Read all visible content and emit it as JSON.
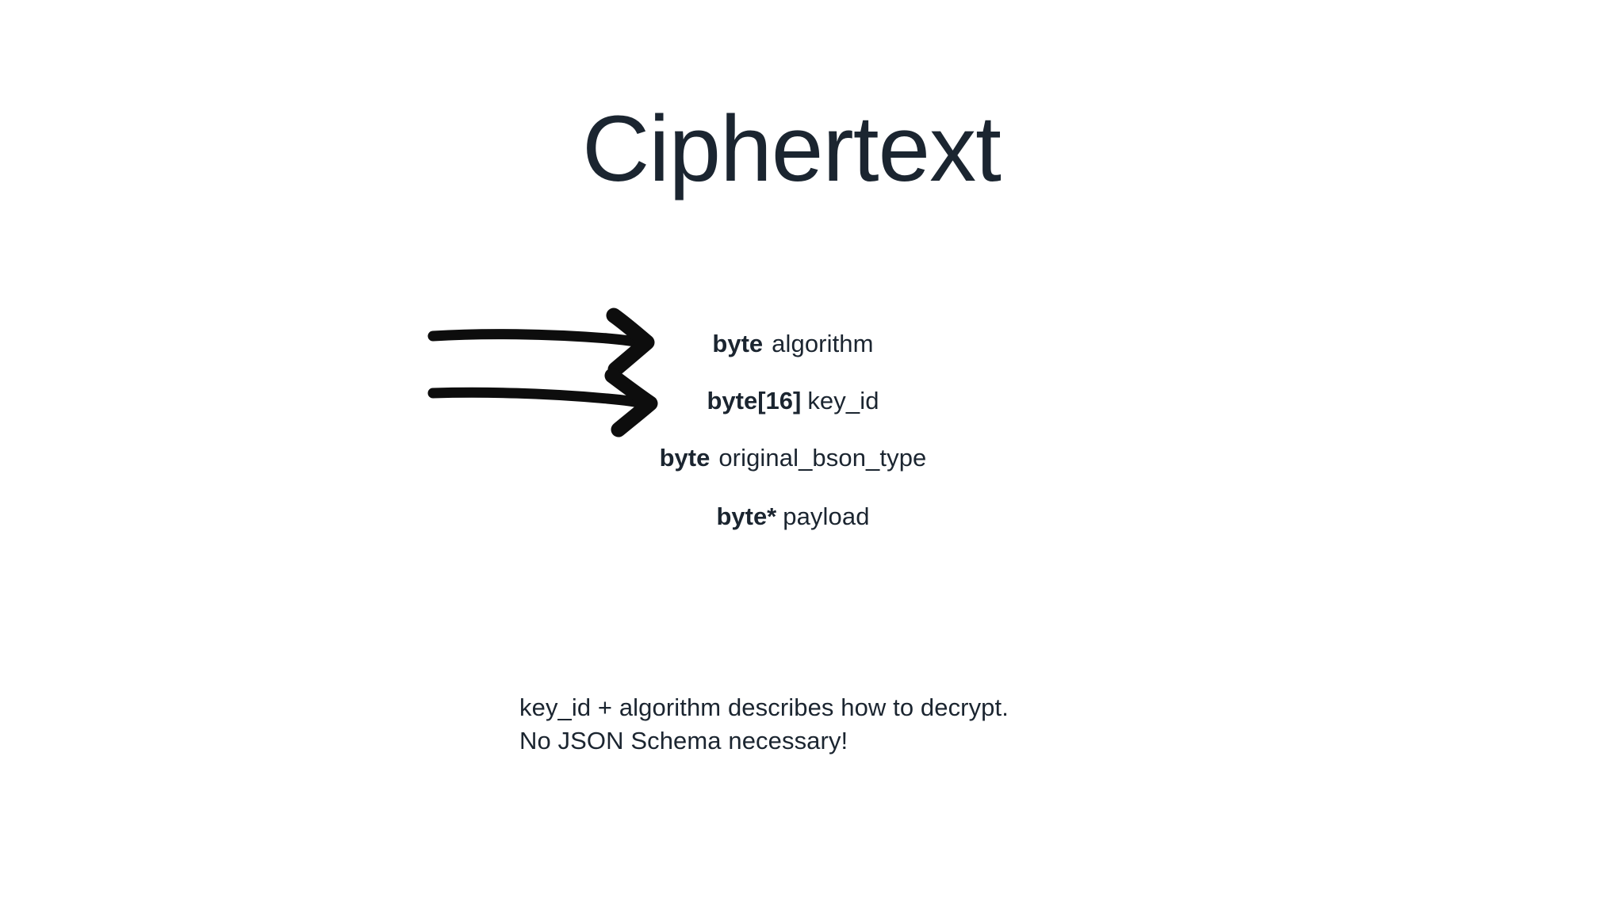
{
  "slide": {
    "title": "Ciphertext",
    "background_color": "#ffffff",
    "text_color": "#1b2530",
    "ink_color": "#0d0d0d"
  },
  "struct": {
    "fields": [
      {
        "type": "byte",
        "name": "algorithm",
        "annotated": true
      },
      {
        "type": "byte[16]",
        "name": "key_id",
        "annotated": true
      },
      {
        "type": "byte",
        "name": "original_bson_type",
        "annotated": false
      },
      {
        "type": "byte*",
        "name": "payload",
        "annotated": false
      }
    ]
  },
  "annotations": {
    "arrows": [
      {
        "name": "arrow-to-algorithm",
        "target": "algorithm"
      },
      {
        "name": "arrow-to-key-id",
        "target": "key_id"
      }
    ]
  },
  "caption": {
    "line1": "key_id + algorithm describes how to decrypt.",
    "line2": "No JSON Schema necessary!"
  }
}
